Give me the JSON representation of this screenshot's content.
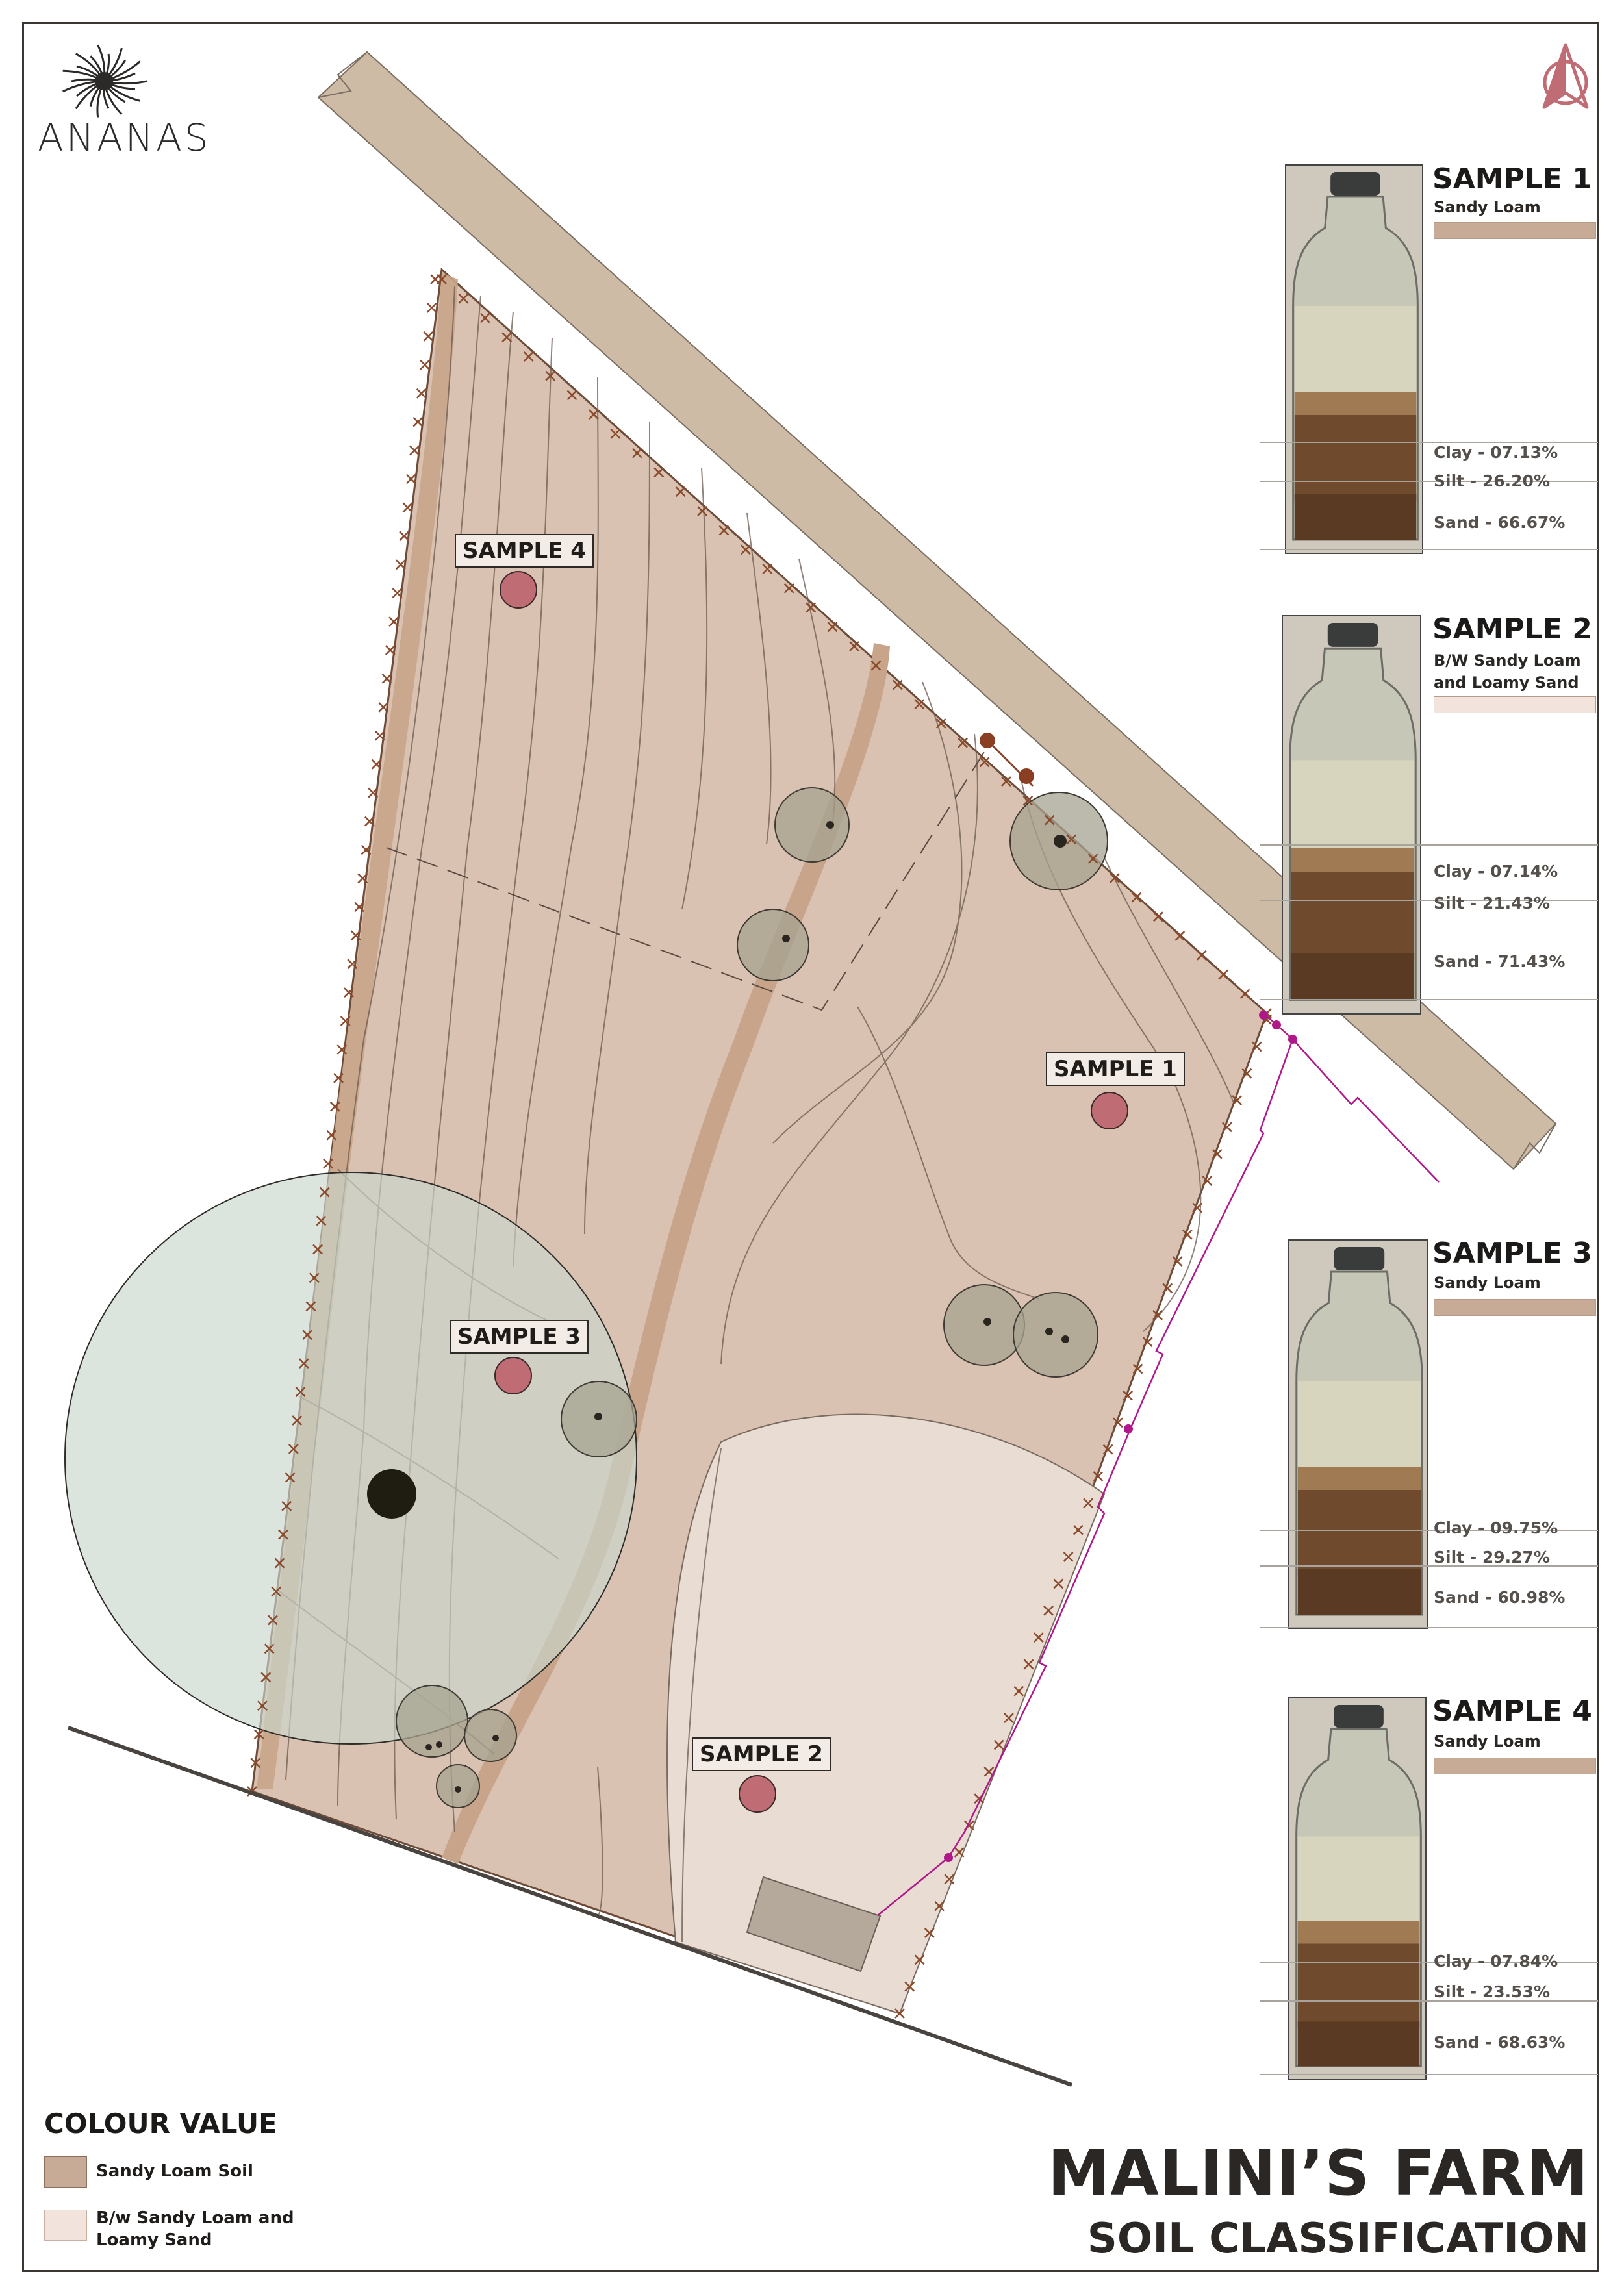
{
  "brand": {
    "name": "ANANAS",
    "logo_icon": "pineapple-crown-icon",
    "north_icon": "north-arrow-icon"
  },
  "title": {
    "main": "MALINI’S FARM",
    "sub": "SOIL CLASSIFICATION"
  },
  "colors": {
    "sandy_loam": "#c7ab96",
    "bw_sandy_loamy": "#f2e4dd",
    "road": "#cdbba5",
    "plot": "#d9c2b1",
    "marker": "#c06c74",
    "pond": "#d9e2da",
    "tree": "#a5a390",
    "fence": "#8a4a2c",
    "stream": "#c8a58a",
    "boundary_line": "#b0188a"
  },
  "map": {
    "labels": [
      "SAMPLE 1",
      "SAMPLE 2",
      "SAMPLE 3",
      "SAMPLE 4"
    ]
  },
  "samples": [
    {
      "title": "SAMPLE 1",
      "soil": "Sandy Loam",
      "clay": "Clay - 07.13%",
      "silt": "Silt - 26.20%",
      "sand": "Sand - 66.67%"
    },
    {
      "title": "SAMPLE 2",
      "soil": "B/W Sandy Loam and Loamy Sand",
      "clay": "Clay - 07.14%",
      "silt": "Silt - 21.43%",
      "sand": "Sand - 71.43%"
    },
    {
      "title": "SAMPLE 3",
      "soil": "Sandy Loam",
      "clay": "Clay - 09.75%",
      "silt": "Silt - 29.27%",
      "sand": "Sand - 60.98%"
    },
    {
      "title": "SAMPLE 4",
      "soil": "Sandy Loam",
      "clay": "Clay - 07.84%",
      "silt": "Silt - 23.53%",
      "sand": "Sand - 68.63%"
    }
  ],
  "legend": {
    "title": "COLOUR VALUE",
    "items": [
      {
        "label": "Sandy Loam Soil"
      },
      {
        "label": "B/w Sandy Loam and Loamy Sand"
      }
    ]
  }
}
